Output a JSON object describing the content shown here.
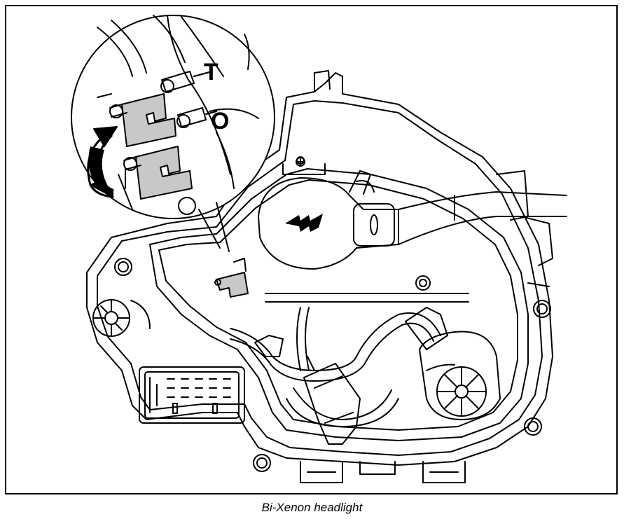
{
  "caption": "Bi-Xenon headlight",
  "callout": {
    "label_top": "T",
    "label_bottom": "O"
  },
  "colors": {
    "line": "#000000",
    "background": "#ffffff",
    "fill_gray": "#c8c8c8"
  },
  "icons": [
    "rotation-arrow-icon",
    "high-voltage-arrow-icon",
    "screw-icon"
  ]
}
